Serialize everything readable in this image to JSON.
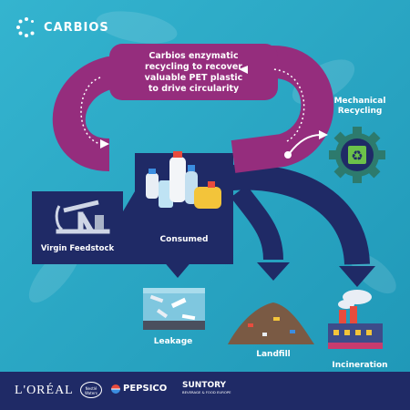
{
  "brand": {
    "name": "CARBIOS"
  },
  "loop": {
    "line1": "Carbios enzymatic",
    "line2": "recycling to recover",
    "line3": "valuable PET plastic",
    "line4": "to drive circularity"
  },
  "nodes": {
    "virgin": "Virgin Feedstock",
    "consumed": "Consumed",
    "mechanical_line1": "Mechanical",
    "mechanical_line2": "Recycling",
    "leakage": "Leakage",
    "landfill": "Landfill",
    "incineration": "Incineration"
  },
  "sponsors": {
    "loreal": "L'ORÉAL",
    "nestle": "Nestlé Waters",
    "pepsico": "PEPSICO",
    "suntory": "SUNTORY",
    "suntory_sub": "BEVERAGE & FOOD EUROPE"
  },
  "colors": {
    "background": "#2aa9c6",
    "navy": "#1f2a66",
    "purple": "#952d7d",
    "gear": "#2d7a6d",
    "recycle": "#6cc04a"
  },
  "icons": [
    "carbios-logo-icon",
    "oil-pump-icon",
    "plastic-bottles-icon",
    "recycle-gear-icon",
    "plastic-waste-icon",
    "landfill-pile-icon",
    "factory-icon"
  ]
}
